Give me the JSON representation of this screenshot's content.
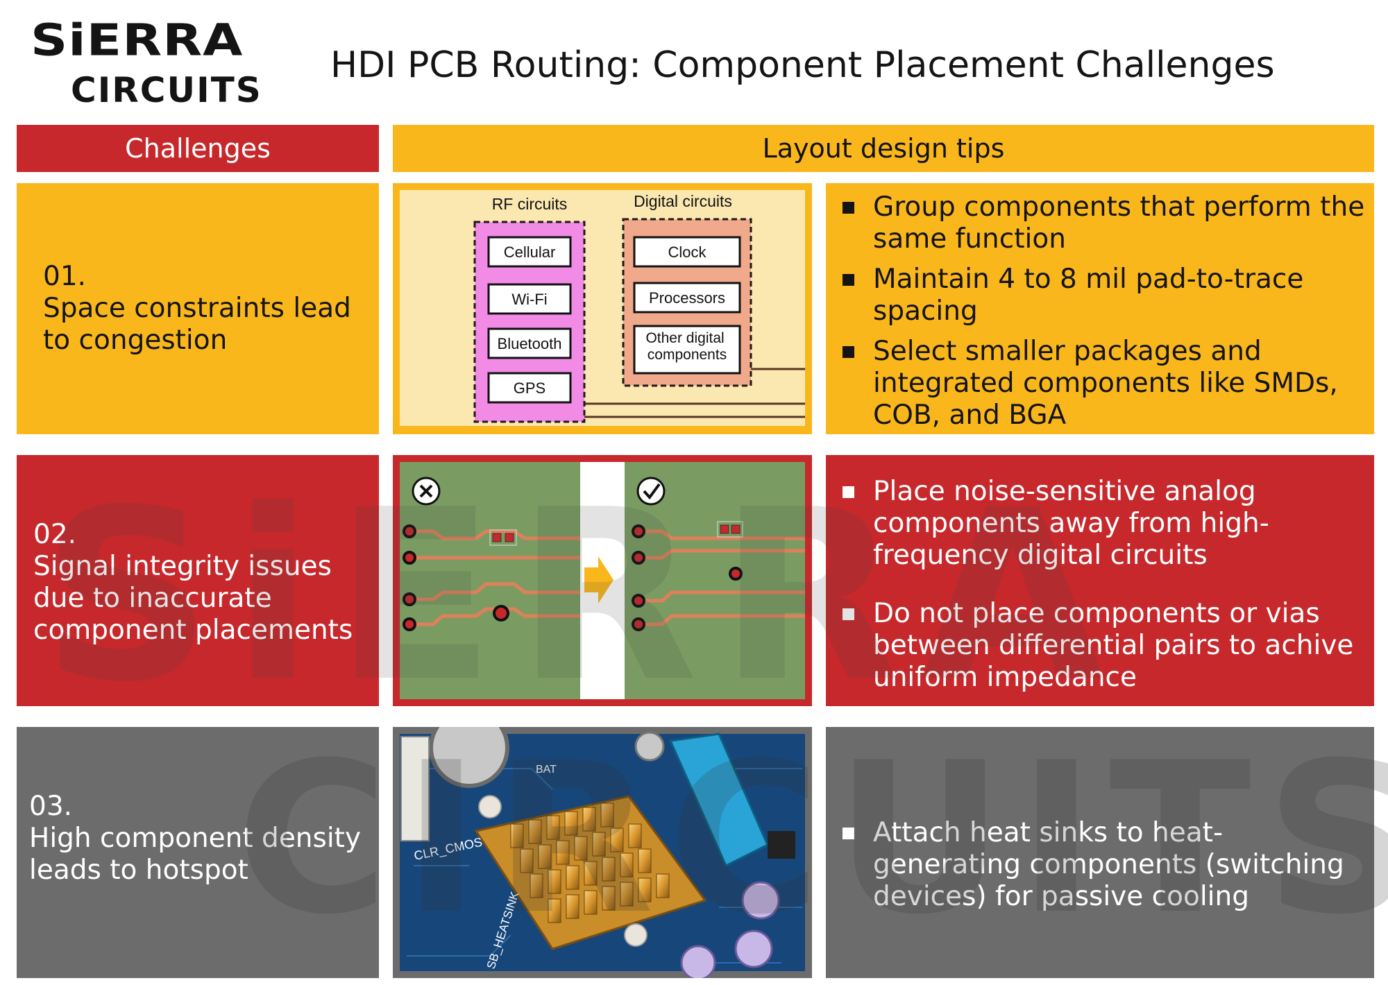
{
  "header": {
    "logo_line1": "SiERRA",
    "logo_line2": "CIRCUITS",
    "title": "HDI PCB Routing: Component Placement Challenges"
  },
  "columns": {
    "challenges": "Challenges",
    "tips": "Layout design tips"
  },
  "rows": [
    {
      "number": "01.",
      "challenge": "Space constraints lead to congestion",
      "diagram": {
        "rf_label": "RF circuits",
        "rf_items": [
          "Cellular",
          "Wi-Fi",
          "Bluetooth",
          "GPS"
        ],
        "digital_label": "Digital circuits",
        "digital_items": [
          "Clock",
          "Processors",
          "Other digital components"
        ]
      },
      "tips": [
        "Group components that perform the same function",
        "Maintain 4 to 8 mil pad-to-trace spacing",
        "Select smaller packages and integrated components like SMDs, COB, and BGA"
      ]
    },
    {
      "number": "02.",
      "challenge": "Signal integrity issues due to inaccurate component placements",
      "tips": [
        "Place noise-sensitive analog components away from high-frequency digital circuits",
        "Do not place components or vias between differential pairs to achive uniform impedance"
      ]
    },
    {
      "number": "03.",
      "challenge": "High component density leads to hotspot",
      "photo_labels": {
        "clr_cmos": "CLR_CMOS",
        "heatsink": "SB_HEATSINK",
        "bat": "BAT"
      },
      "tips": [
        "Attach heat sinks to heat-generating components (switching devices) for passive cooling"
      ]
    }
  ],
  "watermark": {
    "line1": "SiERRA",
    "line2": "CIRCUITS"
  },
  "colors": {
    "red": "#c6282c",
    "yellow": "#fab71c",
    "grey": "#6c6c6c",
    "pcb_green": "#7a9c62",
    "trace": "#e0805a"
  }
}
